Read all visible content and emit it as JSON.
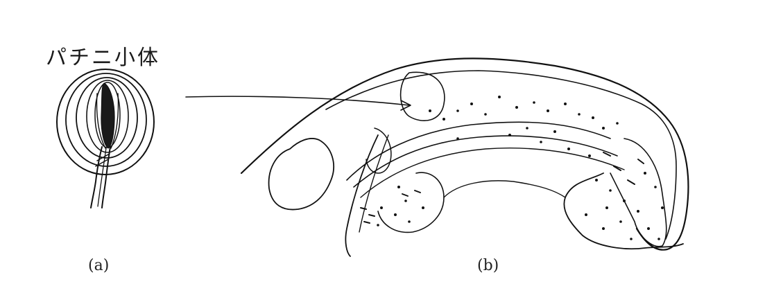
{
  "title": "パチニ小体",
  "labels": {
    "a": "(a)",
    "b": "(b)"
  },
  "colors": {
    "ink": "#111111",
    "background": "#ffffff"
  }
}
